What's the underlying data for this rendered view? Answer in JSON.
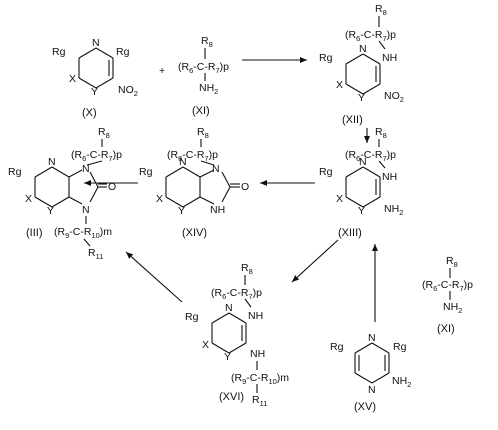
{
  "atoms": {
    "N": "N",
    "X": "X",
    "Y": "Y",
    "NH": "NH",
    "NH2": "NH",
    "NH2_sub": "2",
    "NO2": "NO",
    "NO2_sub": "2",
    "O": "O",
    "Rg": "Rg"
  },
  "groups": {
    "R6": "(R",
    "R6_sub": "6",
    "R7": "-C-R",
    "R7_sub": "7",
    "R7_close": ")p",
    "R8": "R",
    "R8_sub": "8",
    "R9": "(R",
    "R9_sub": "9",
    "R10": "-C-R",
    "R10_sub": "10",
    "R10_close": ")m",
    "R11": "R",
    "R11_sub": "11",
    "plus": "+"
  },
  "compounds": {
    "X": "(X)",
    "XI_top": "(XI)",
    "XII": "(XII)",
    "XIII": "(XIII)",
    "XIV": "(XIV)",
    "III": "(III)",
    "XI_right": "(XI)",
    "XVI": "(XVI)",
    "XV": "(XV)"
  },
  "arrows": [
    {
      "from": "X + XI",
      "to": "XII"
    },
    {
      "from": "XII",
      "to": "XIII"
    },
    {
      "from": "XIII",
      "to": "XIV"
    },
    {
      "from": "XIV",
      "to": "III"
    },
    {
      "from": "XV + XI",
      "to": "XIII"
    },
    {
      "from": "XIII",
      "to": "XVI"
    },
    {
      "from": "XVI",
      "to": "III"
    }
  ]
}
